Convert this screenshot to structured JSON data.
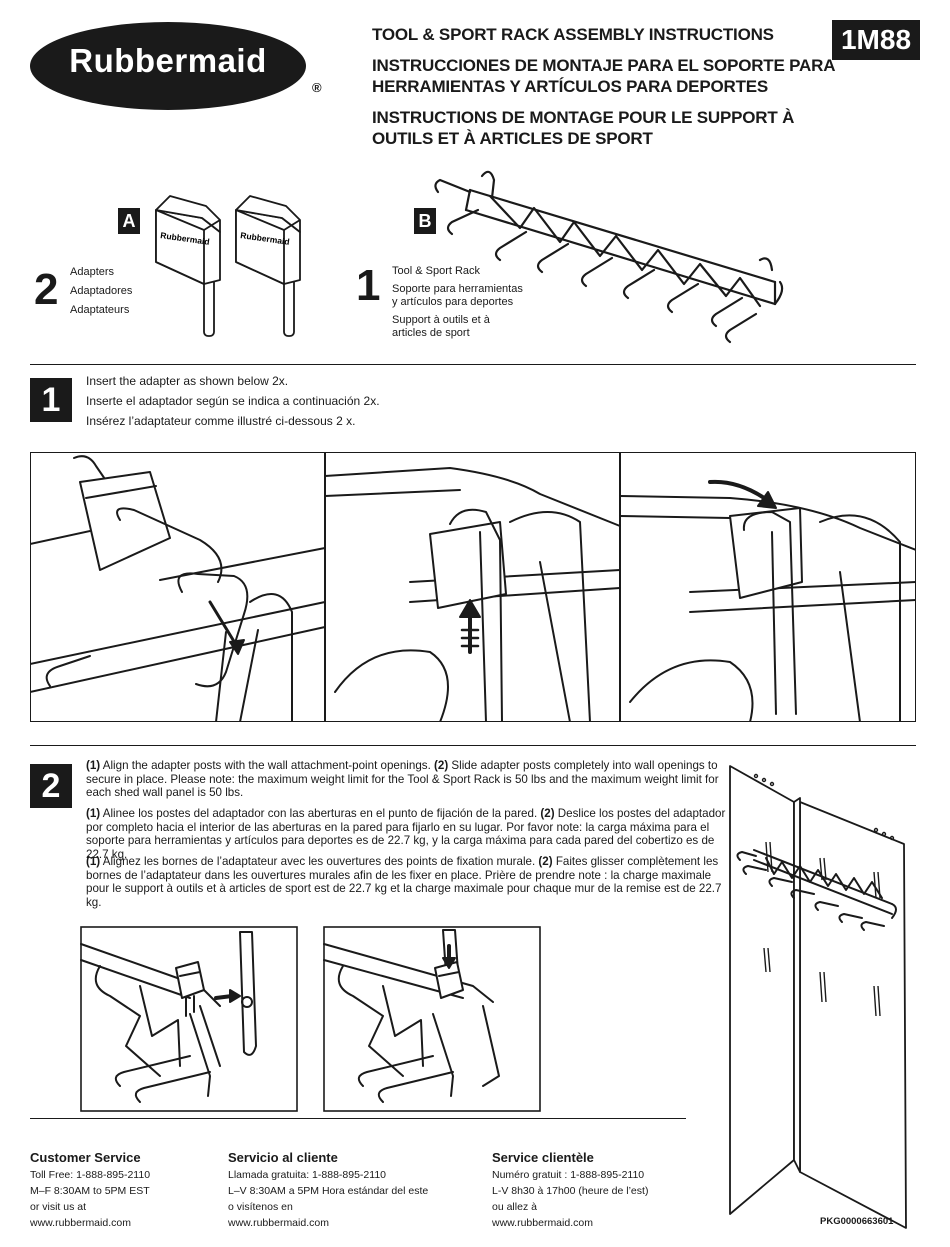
{
  "brand": {
    "name": "Rubbermaid",
    "registered": "®",
    "color": "#1a1a1a"
  },
  "product_code": "1M88",
  "titles": [
    "TOOL & SPORT RACK ASSEMBLY INSTRUCTIONS",
    "INSTRUCCIONES DE MONTAJE PARA EL SOPORTE PARA",
    "HERRAMIENTAS Y ARTÍCULOS PARA DEPORTES",
    "INSTRUCTIONS DE MONTAGE POUR LE SUPPORT À",
    "OUTILS ET À ARTICLES DE SPORT"
  ],
  "parts": {
    "a": {
      "letter": "A",
      "qty": "2",
      "names": [
        "Adapters",
        "Adaptadores",
        "Adaptateurs"
      ],
      "stamp": "Rubbermaid"
    },
    "b": {
      "letter": "B",
      "qty": "1",
      "names": [
        "Tool & Sport Rack",
        "Soporte para herramientas",
        "y artículos para deportes",
        "Support à outils et à",
        "articles de sport"
      ]
    }
  },
  "step1": {
    "number": "1",
    "lines": [
      "Insert the adapter as shown below 2x.",
      "Inserte el adaptador según se indica a continuación 2x.",
      "Insérez l’adaptateur comme illustré ci-dessous 2 x."
    ]
  },
  "step2": {
    "number": "2",
    "en": {
      "n1": "(1)",
      "t1": " Align the adapter posts with the wall attachment-point openings. ",
      "n2": "(2)",
      "t2": " Slide adapter posts completely into wall openings to secure in place. Please note: the maximum weight limit for the Tool & Sport Rack is 50 lbs and the maximum weight limit for each shed wall panel is 50 lbs."
    },
    "es": {
      "n1": "(1)",
      "t1": " Alinee los postes del adaptador con las aberturas en el punto de fijación de la pared. ",
      "n2": "(2)",
      "t2": " Deslice los postes del adaptador por completo hacia el interior de las aberturas en la pared para fijarlo en su lugar. Por favor note: la carga máxima para el soporte para herramientas y artículos para deportes es de 22.7 kg, y la carga máxima para cada pared del cobertizo es de 22.7 kg."
    },
    "fr": {
      "n1": "(1)",
      "t1": " Alignez les bornes de l’adaptateur avec les ouvertures des points de fixation murale. ",
      "n2": "(2)",
      "t2": " Faites glisser complètement les bornes de l’adaptateur dans les ouvertures murales afin de les fixer en place. Prière de prendre note : la charge maximale pour le support à outils et à articles de sport est de 22.7 kg et la charge maximale pour chaque mur de la remise est de 22.7 kg."
    }
  },
  "footer": {
    "en": {
      "heading": "Customer Service",
      "lines": [
        "Toll Free: 1-888-895-2110",
        "M–F 8:30AM to 5PM EST",
        "or visit us at",
        "www.rubbermaid.com"
      ]
    },
    "es": {
      "heading": "Servicio al cliente",
      "lines": [
        "Llamada gratuita: 1-888-895-2110",
        "L–V 8:30AM a 5PM Hora estándar del este",
        "o visítenos en",
        "www.rubbermaid.com"
      ]
    },
    "fr": {
      "heading": "Service clientèle",
      "lines": [
        "Numéro gratuit : 1-888-895-2110",
        "L-V 8h30 à 17h00 (heure de l’est)",
        "ou allez à",
        "www.rubbermaid.com"
      ]
    },
    "part_number": "PKG0000663601"
  }
}
